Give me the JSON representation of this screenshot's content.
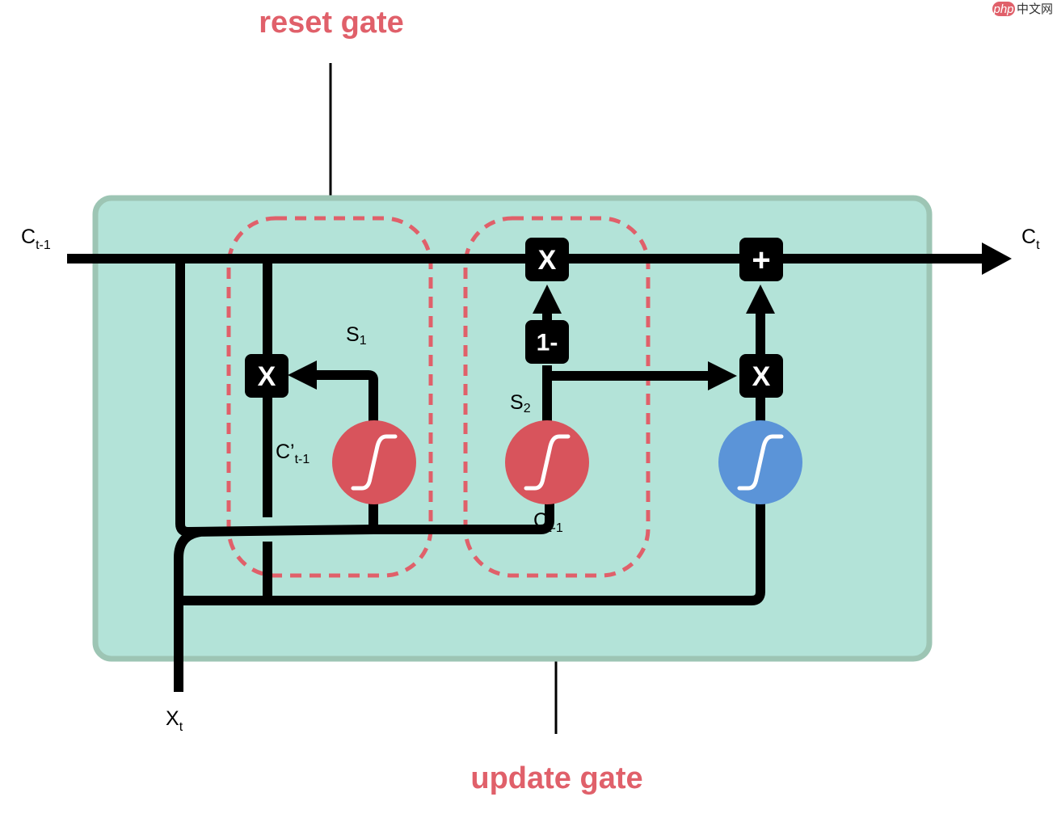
{
  "labels": {
    "reset_gate": "reset gate",
    "update_gate": "update gate",
    "c_prev": {
      "base": "C",
      "sub": "t-1"
    },
    "c_next": {
      "base": "C",
      "sub": "t"
    },
    "x_t": {
      "base": "X",
      "sub": "t"
    },
    "s1": {
      "base": "S",
      "sub": "1"
    },
    "s2": {
      "base": "S",
      "sub": "2"
    },
    "c_prime": {
      "base": "C’",
      "sub": "t-1"
    },
    "c_prev_inner": {
      "base": "C",
      "sub": "t-1"
    }
  },
  "operators": {
    "mult_reset": "X",
    "mult_top": "X",
    "add_top": "+",
    "one_minus": "1-",
    "mult_right": "X"
  },
  "watermark": {
    "brand": "php",
    "suffix": "中文网"
  },
  "icons": {
    "sigmoid_left": "sigmoid-icon",
    "sigmoid_mid": "sigmoid-icon",
    "sigmoid_right": "sigmoid-icon"
  },
  "colors": {
    "cell_fill": "#b3e3d8",
    "cell_border": "#9dc5b4",
    "gate_dash": "#e0606a",
    "sigmoid_red": "#d8545c",
    "sigmoid_blue": "#5b94d8",
    "label_accent": "#e0606a"
  }
}
